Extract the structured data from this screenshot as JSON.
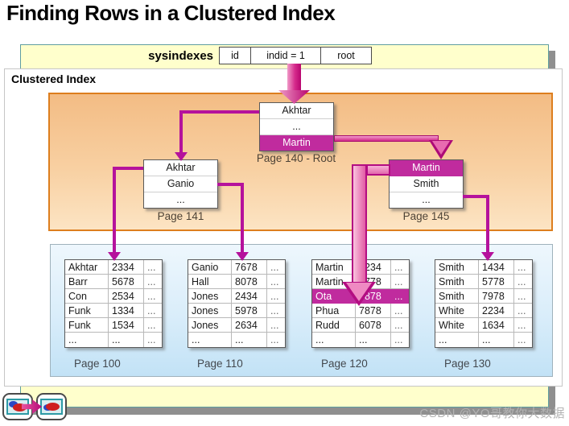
{
  "title": "Finding Rows in a Clustered Index",
  "clustered_index_label": "Clustered Index",
  "watermark": "CSDN @YO哥教你大数据",
  "sysindexes": {
    "label": "sysindexes",
    "cells": [
      "id",
      "indid = 1",
      "root"
    ]
  },
  "root_page": {
    "label": "Page 140 - Root",
    "rows": [
      "Akhtar",
      "...",
      "Martin"
    ],
    "highlight_index": 2
  },
  "intermediate_pages": [
    {
      "label": "Page 141",
      "rows": [
        "Akhtar",
        "Ganio",
        "..."
      ],
      "highlight_index": -1
    },
    {
      "label": "Page 145",
      "rows": [
        "Martin",
        "Smith",
        "..."
      ],
      "highlight_index": 0
    }
  ],
  "leaf_pages": [
    {
      "label": "Page 100",
      "highlight_index": -1,
      "rows": [
        [
          "Akhtar",
          "2334",
          "..."
        ],
        [
          "Barr",
          "5678",
          "..."
        ],
        [
          "Con",
          "2534",
          "..."
        ],
        [
          "Funk",
          "1334",
          "..."
        ],
        [
          "Funk",
          "1534",
          "..."
        ],
        [
          "...",
          "...",
          "..."
        ]
      ]
    },
    {
      "label": "Page 110",
      "highlight_index": -1,
      "rows": [
        [
          "Ganio",
          "7678",
          "..."
        ],
        [
          "Hall",
          "8078",
          "..."
        ],
        [
          "Jones",
          "2434",
          "..."
        ],
        [
          "Jones",
          "5978",
          "..."
        ],
        [
          "Jones",
          "2634",
          "..."
        ],
        [
          "...",
          "...",
          "..."
        ]
      ]
    },
    {
      "label": "Page 120",
      "highlight_index": 2,
      "rows": [
        [
          "Martin",
          "1234",
          "..."
        ],
        [
          "Martin",
          "1778",
          "..."
        ],
        [
          "Ota",
          "5878",
          "..."
        ],
        [
          "Phua",
          "7878",
          "..."
        ],
        [
          "Rudd",
          "6078",
          "..."
        ],
        [
          "...",
          "...",
          "..."
        ]
      ]
    },
    {
      "label": "Page 130",
      "highlight_index": -1,
      "rows": [
        [
          "Smith",
          "1434",
          "..."
        ],
        [
          "Smith",
          "5778",
          "..."
        ],
        [
          "Smith",
          "7978",
          "..."
        ],
        [
          "White",
          "2234",
          "..."
        ],
        [
          "White",
          "1634",
          "..."
        ],
        [
          "...",
          "...",
          "..."
        ]
      ]
    }
  ],
  "colors": {
    "accent": "#b5129c",
    "highlight_row": "#c02b9e",
    "banner_bg": "#ffffcc",
    "orange_border": "#dd7e1e",
    "arrow_light_pink": "#f4a7d2",
    "arrow_dark_magenta": "#b30d82"
  }
}
